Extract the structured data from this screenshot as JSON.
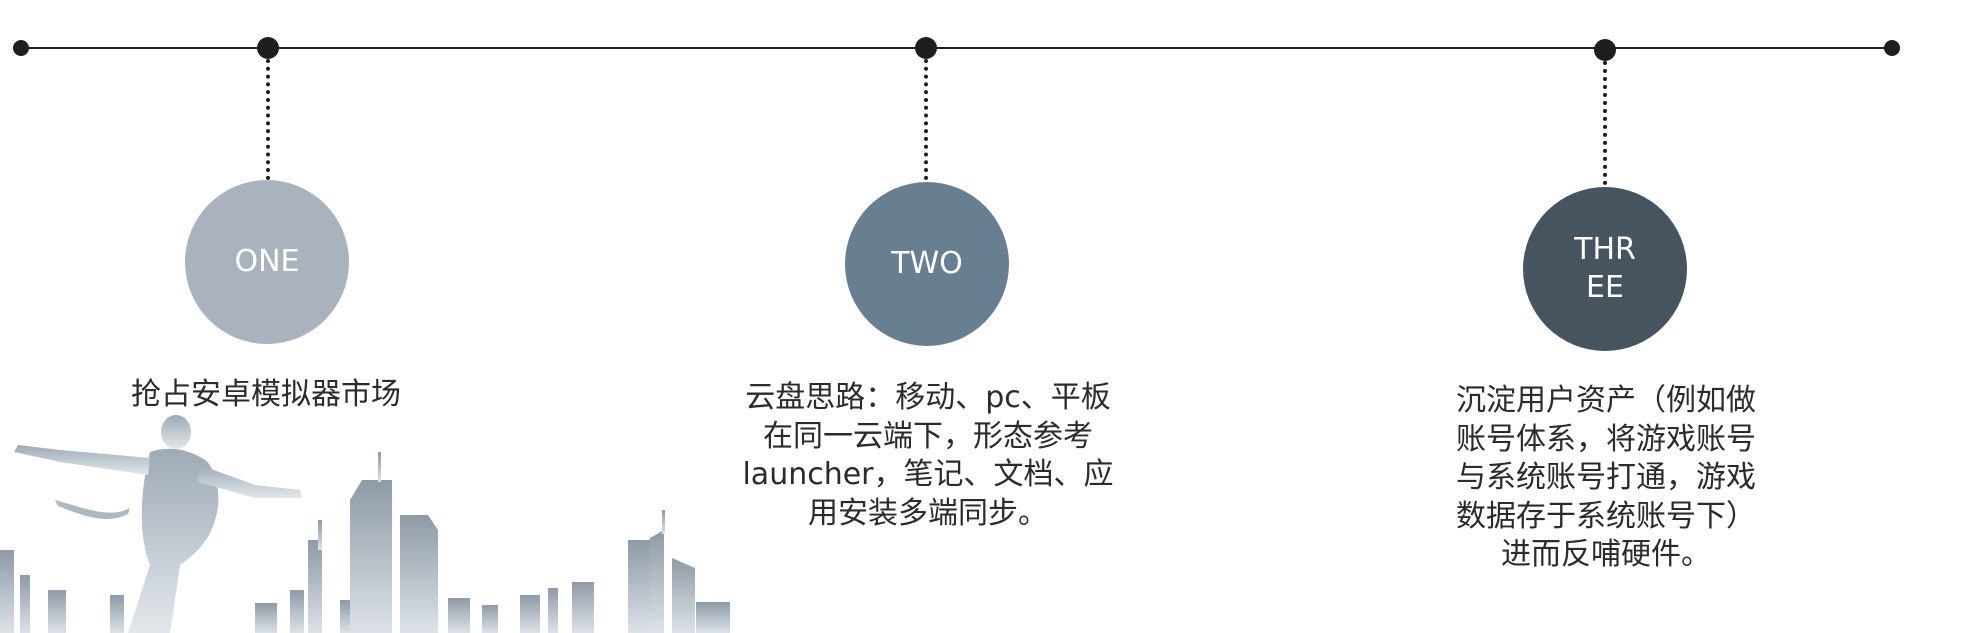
{
  "colors": {
    "line": "#1e1e1e",
    "circle_one": "#aab3bd",
    "circle_two": "#687f92",
    "circle_three": "#46545f",
    "text": "#2b2b2b"
  },
  "steps": [
    {
      "label": "ONE",
      "description": "抢占安卓模拟器市场"
    },
    {
      "label": "TWO",
      "description": "云盘思路：移动、pc、平板\n在同一云端下，形态参考\nlauncher，笔记、文档、应\n用安装多端同步。"
    },
    {
      "label": "THR\nEE",
      "description": "沉淀用户资产（例如做\n账号体系，将游戏账号\n与系统账号打通，游戏\n数据存于系统账号下）\n进而反哺硬件。"
    }
  ]
}
